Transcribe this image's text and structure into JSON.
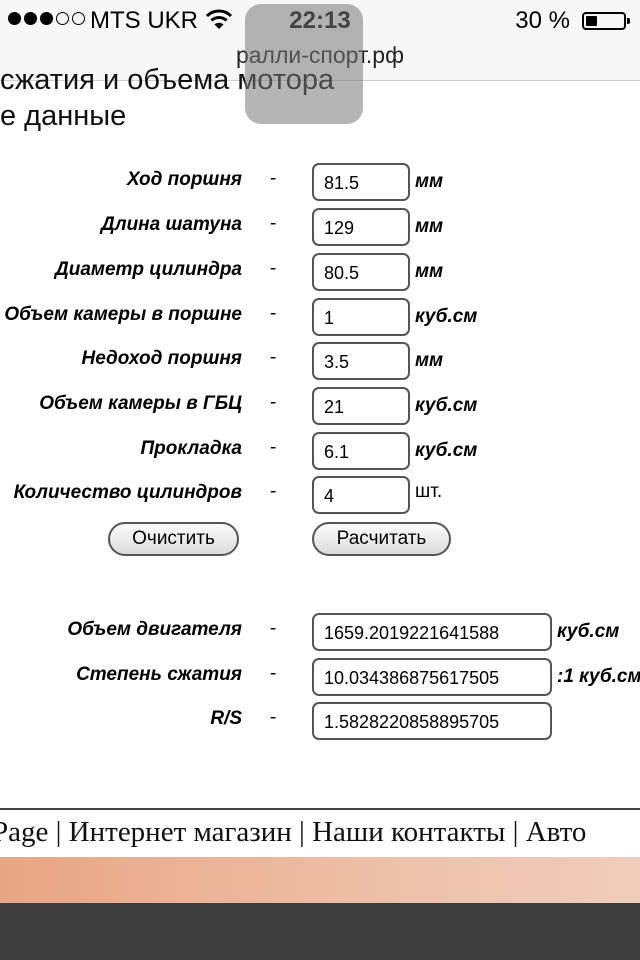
{
  "status_bar": {
    "signal_full": 3,
    "signal_empty": 2,
    "carrier": "MTS UKR",
    "wifi_icon": "wifi-icon",
    "time": "22:13",
    "battery_percent_text": "30 %",
    "battery_level": 0.3
  },
  "browser": {
    "url": "ралли-спорт.рф"
  },
  "page": {
    "heading_line1": "сжатия и объема мотора",
    "heading_line2": "е данные"
  },
  "form": {
    "dash": "-",
    "inputs": [
      {
        "label": "Ход поршня",
        "value": "81.5",
        "unit": "мм"
      },
      {
        "label": "Длина шатуна",
        "value": "129",
        "unit": "мм"
      },
      {
        "label": "Диаметр цилиндра",
        "value": "80.5",
        "unit": "мм"
      },
      {
        "label": "Объем камеры в поршне",
        "value": "1",
        "unit": "куб.см"
      },
      {
        "label": "Недоход поршня",
        "value": "3.5",
        "unit": "мм"
      },
      {
        "label": "Объем камеры в ГБЦ",
        "value": "21",
        "unit": "куб.см"
      },
      {
        "label": "Прокладка",
        "value": "6.1",
        "unit": "куб.см"
      },
      {
        "label": "Количество цилиндров",
        "value": "4",
        "unit": "шт."
      }
    ],
    "clear_button": "Очистить",
    "calculate_button": "Расчитать"
  },
  "results": [
    {
      "label": "Объем двигателя",
      "value": "1659.2019221641588",
      "unit": "куб.см"
    },
    {
      "label": "Степень сжатия",
      "value": "10.034386875617505",
      "unit": ":1 куб.см"
    },
    {
      "label": "R/S",
      "value": "1.5828220858895705",
      "unit": ""
    }
  ],
  "footer": {
    "nav_text": "Page | Интернет магазин | Наши контакты | Авто"
  },
  "colors": {
    "footer_band": "#e8a584",
    "footer_dark": "#3e3e3e"
  }
}
